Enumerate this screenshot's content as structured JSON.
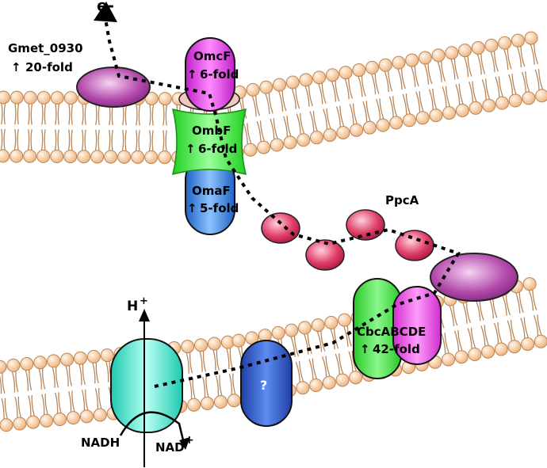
{
  "labels": {
    "electron": "e-",
    "gmet_name": "Gmet_0930",
    "gmet_fold": "20-fold",
    "omcf_name": "OmcF",
    "omcf_fold": "6-fold",
    "ombf_name": "OmbF",
    "ombf_fold": "6-fold",
    "omaf_name": "OmaF",
    "omaf_fold": "5-fold",
    "ppca": "PpcA",
    "cbc_name": "CbcABCDE",
    "cbc_fold": "42-fold",
    "unknown": "?",
    "proton": "H",
    "proton_sup": "+",
    "nadh": "NADH",
    "nad": "NAD",
    "nad_sup": "+",
    "up_arrow": "↑"
  },
  "colors": {
    "lipid_head": "#f6c89b",
    "lipid_head_edge": "#b8865a",
    "lipid_tail": "#b8865a",
    "gmet": "#a23a9c",
    "omcf": "#e050e0",
    "ombf": "#3ef53e",
    "omaf": "#3a8fe8",
    "ppca": "#e0406a",
    "cbc_green": "#4fe04f",
    "cbc_pink": "#ee5ee8",
    "unknown_protein": "#2f5fd4",
    "nadh_dehydrogenase": "#40e0c8"
  }
}
